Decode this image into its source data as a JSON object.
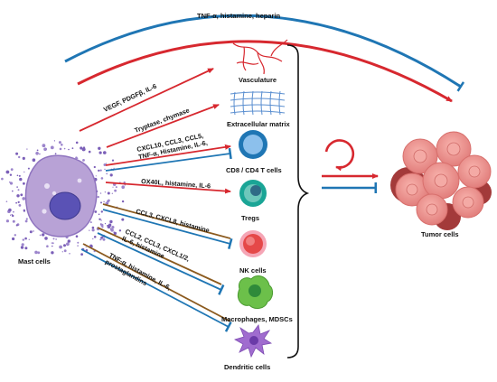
{
  "colors": {
    "stimulate": "#d7282f",
    "inhibit": "#1f76b4",
    "modulate": "#8b5a1e",
    "mast_body": "#b8a2d6",
    "mast_nucleus": "#5a52b5",
    "tumor": "#ef8f8c"
  },
  "top_arc_label": "TNF-α, histamine, heparin",
  "source": {
    "label": "Mast cells",
    "icon": "mast-cell-icon"
  },
  "target": {
    "label": "Tumor cells",
    "icon": "tumor-cells-icon"
  },
  "targets": [
    {
      "id": "vasculature",
      "label": "Vasculature",
      "icon": "vasculature-icon"
    },
    {
      "id": "ecm",
      "label": "Extracellular matrix",
      "icon": "extracellular-matrix-icon"
    },
    {
      "id": "tcells",
      "label": "CD8 / CD4 T cells",
      "icon": "t-cell-icon"
    },
    {
      "id": "tregs",
      "label": "Tregs",
      "icon": "treg-cell-icon"
    },
    {
      "id": "nk",
      "label": "NK cells",
      "icon": "nk-cell-icon"
    },
    {
      "id": "macro",
      "label": "Macrophages, MDSCs",
      "icon": "macrophage-icon"
    },
    {
      "id": "dc",
      "label": "Dendritic cells",
      "icon": "dendritic-cell-icon"
    }
  ],
  "edge_labels": {
    "vasculature": [
      "VEGF, PDGFβ, IL-6"
    ],
    "ecm": [
      "Tryptase, chymase"
    ],
    "tcells": [
      "CXCL10, CCL3, CCL5,",
      "TNF-α, Histamine, IL-6,"
    ],
    "tregs": [
      "OX40L, histamine, IL-6"
    ],
    "nk": [
      "CCL3, CXCL8, histamine"
    ],
    "macro": [
      "CCL2, CCL3, CXCL1/2,",
      "IL-6, histamine"
    ],
    "dc": [
      "TNF-α, histamine, IL-6,",
      "prostaglandins"
    ]
  }
}
